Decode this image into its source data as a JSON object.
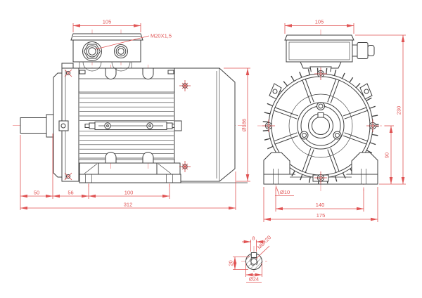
{
  "drawing": {
    "type": "electric-motor-dimension-drawing",
    "colors": {
      "line": "#3f3f3f",
      "dimension": "#e05353",
      "centerline": "#f19999"
    }
  },
  "side_view": {
    "dims": {
      "box_width": "105",
      "gland_thread": "M20X1,5",
      "shaft_length": "50",
      "bearing_span": "56",
      "foot_spacing": "100",
      "overall_length": "312",
      "frame_diameter": "Ø186"
    }
  },
  "front_view": {
    "dims": {
      "box_width": "105",
      "overall_height": "230",
      "shaft_height": "90",
      "foot_hole_diameter": "Ø10",
      "foot_hole_spacing": "140",
      "base_width": "175"
    }
  },
  "shaft_section": {
    "dims": {
      "key_width": "8",
      "tapped_hole": "M8X20",
      "key_height": "20",
      "diameter": "Ø24"
    }
  }
}
